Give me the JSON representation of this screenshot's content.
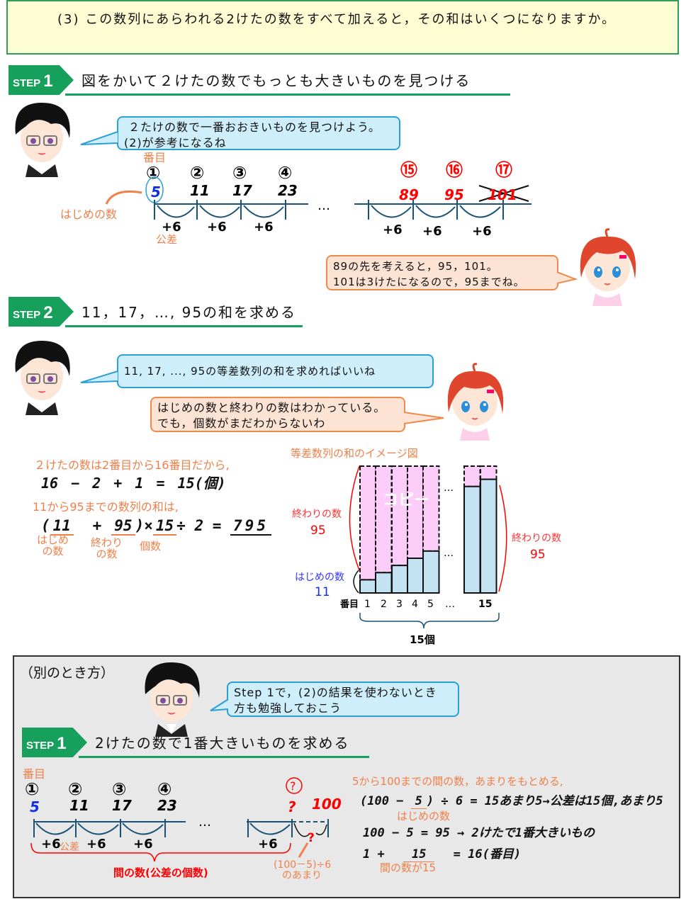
{
  "question": "(3) この数列にあらわれる2けたの数をすべて加えると，その和はいくつになりますか。",
  "step_word": "STEP",
  "step1": {
    "num": "1",
    "title": "図をかいて２けたの数でもっとも大きいものを見つける",
    "boy_bubble": [
      "２たけの数で一番おおきいものを見つけよう。",
      "(2)が参考になるね"
    ],
    "bangome": "番目",
    "hajime": "はじめの数",
    "kousa": "公差",
    "labels": [
      "①",
      "②",
      "③",
      "④",
      "⑮",
      "⑯",
      "⑰"
    ],
    "values": [
      "5",
      "11",
      "17",
      "23",
      "89",
      "95",
      "101"
    ],
    "plus": "+6",
    "dots": "…",
    "girl_bubble": [
      "89の先を考えると，95，101。",
      "101は3けたになるので，95までね。"
    ]
  },
  "step2": {
    "num": "2",
    "title": "11，17，…, 95の和を求める",
    "boy_bubble": "11, 17, ..., 95の等差数列の和を求めればいいね",
    "girl_bubble": [
      "はじめの数と終わりの数はわかっている。",
      "でも，個数がまだわからないわ"
    ],
    "calc": {
      "line1": "２けたの数は2番目から16番目だから,",
      "eq1": "16 − 2 + 1 = 15(個)",
      "line2": "11から95までの数列の和は,",
      "a": "11",
      "plus": "+",
      "b": "95",
      "times": ")×",
      "n": "15",
      "div": "÷ 2 =",
      "result": "795",
      "open": "(",
      "a_label": [
        "はじめ",
        "の数"
      ],
      "b_label": [
        "終わり",
        "の数"
      ],
      "n_label": "個数"
    },
    "figure": {
      "title": "等差数列の和のイメージ図",
      "copy": "コピー",
      "end_label": "終わりの数",
      "end_value": "95",
      "start_label": "はじめの数",
      "start_value": "11",
      "x_title": "番目",
      "x_ticks": [
        "1",
        "2",
        "3",
        "4",
        "5",
        "…",
        "15"
      ],
      "dots": "…",
      "count": "15個",
      "bar_values": [
        11,
        17,
        23,
        29,
        35,
        89,
        95
      ]
    }
  },
  "alt": {
    "heading": "（別のとき方）",
    "boy_bubble": [
      "Step 1で，(2)の結果を使わないとき",
      "方も勉強しておこう"
    ],
    "step": {
      "num": "1",
      "title": "2けたの数で1番大きいものを求める"
    },
    "bangome": "番目",
    "labels": [
      "①",
      "②",
      "③",
      "④",
      "?"
    ],
    "values": [
      "5",
      "11",
      "17",
      "23",
      "?",
      "100"
    ],
    "plus": "+6",
    "kousa": "公差",
    "dots": "…",
    "brace_label": "間の数(公差の個数)",
    "rem_q": "?",
    "rem_label": [
      "(100－5)÷6",
      "のあまり"
    ],
    "calc": {
      "intro": "5から100までの間の数，あまりをもとめる,",
      "l1a": "(100 − ",
      "l1b": "5",
      "l1c": ") ÷ 6 = 15あまり5→公差は15個,あまり5",
      "l1_label": "はじめの数",
      "l2": "100 − 5 = 95 → 2けたで1番大きいもの",
      "l3a": "1 + ",
      "l3b": "15",
      "l3c": " = 16(番目)",
      "l3_label": "間の数が15"
    }
  },
  "colors": {
    "green": "#17a05c",
    "blue_bubble": "#cdeefa",
    "orange_bubble": "#fde3d3",
    "red": "#ff0000",
    "bar_blue": "#c3e3f3",
    "bar_pink": "#fbcdf8"
  }
}
